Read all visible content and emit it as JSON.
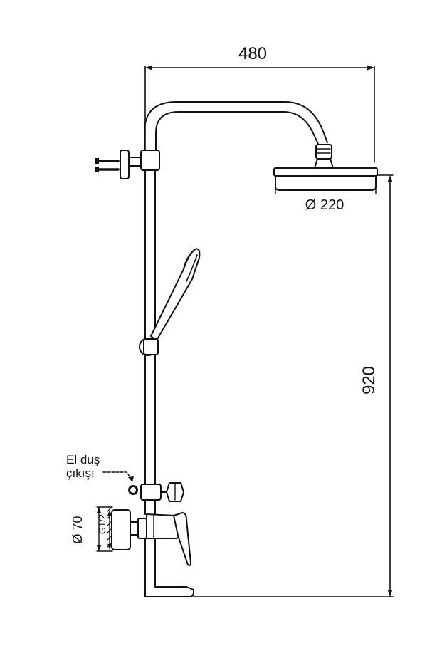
{
  "dimensions": {
    "width_label": "480",
    "height_label": "920",
    "head_diameter_label": "Ø 220",
    "mixer_diameter_label": "Ø 70",
    "thread_label": "G1/2"
  },
  "annotations": {
    "hand_shower_outlet_line1": "El duş",
    "hand_shower_outlet_line2": "çıkışı"
  },
  "colors": {
    "ink": "#111111",
    "background": "#ffffff"
  }
}
